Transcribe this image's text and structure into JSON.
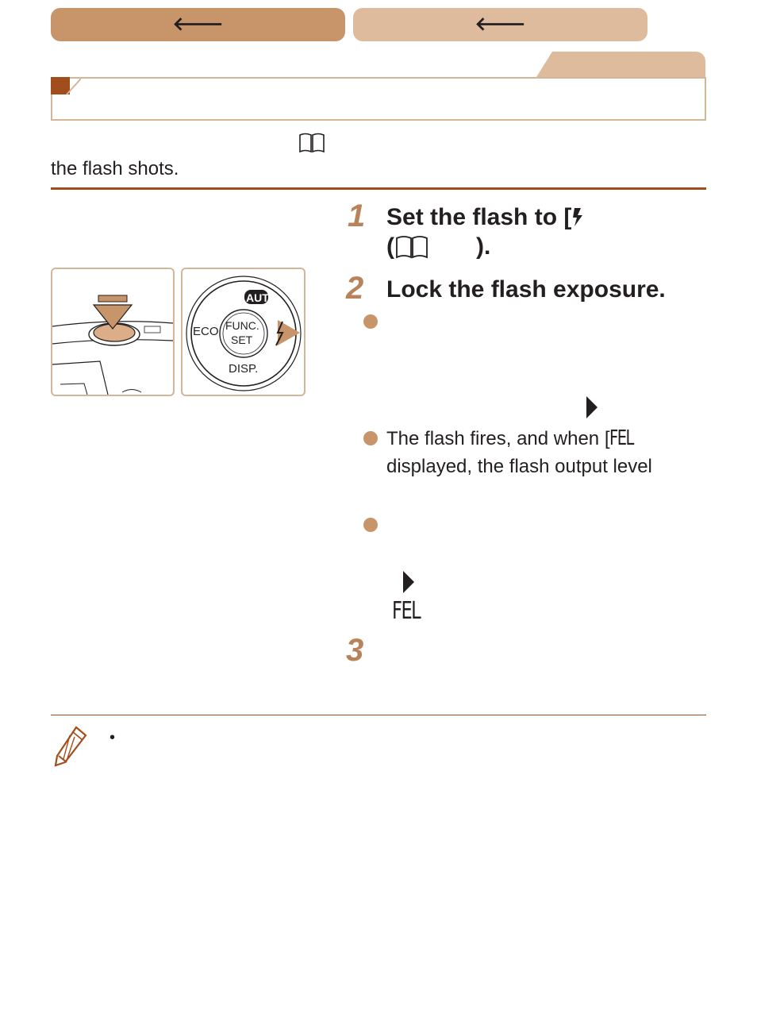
{
  "nav": {
    "left_arrow": "🡐",
    "right_arrow": "🡐"
  },
  "intro": {
    "text_line2": "the flash shots."
  },
  "steps": [
    {
      "number": "1",
      "heading_line1": "Set the flash to [",
      "heading_line2_open": "(",
      "heading_line2_close": ")."
    },
    {
      "number": "2",
      "heading": "Lock the flash exposure."
    },
    {
      "number": "3"
    }
  ],
  "step2_bullets": {
    "b2_line1": "The flash fires, and when [",
    "b2_line2": "displayed, the flash output level",
    "fel": "FEL"
  },
  "illustration": {
    "dial_top": "AUTO",
    "dial_left": "ECO",
    "dial_center_top": "FUNC.",
    "dial_center_bottom": "SET",
    "dial_bottom": "DISP."
  },
  "note": {
    "bullet": "•"
  },
  "colors": {
    "accent": "#a24d1c",
    "nav_dark": "#c8956a",
    "nav_light": "#dfbb9d",
    "bullet": "#c8956a",
    "border": "#d3b59a"
  }
}
